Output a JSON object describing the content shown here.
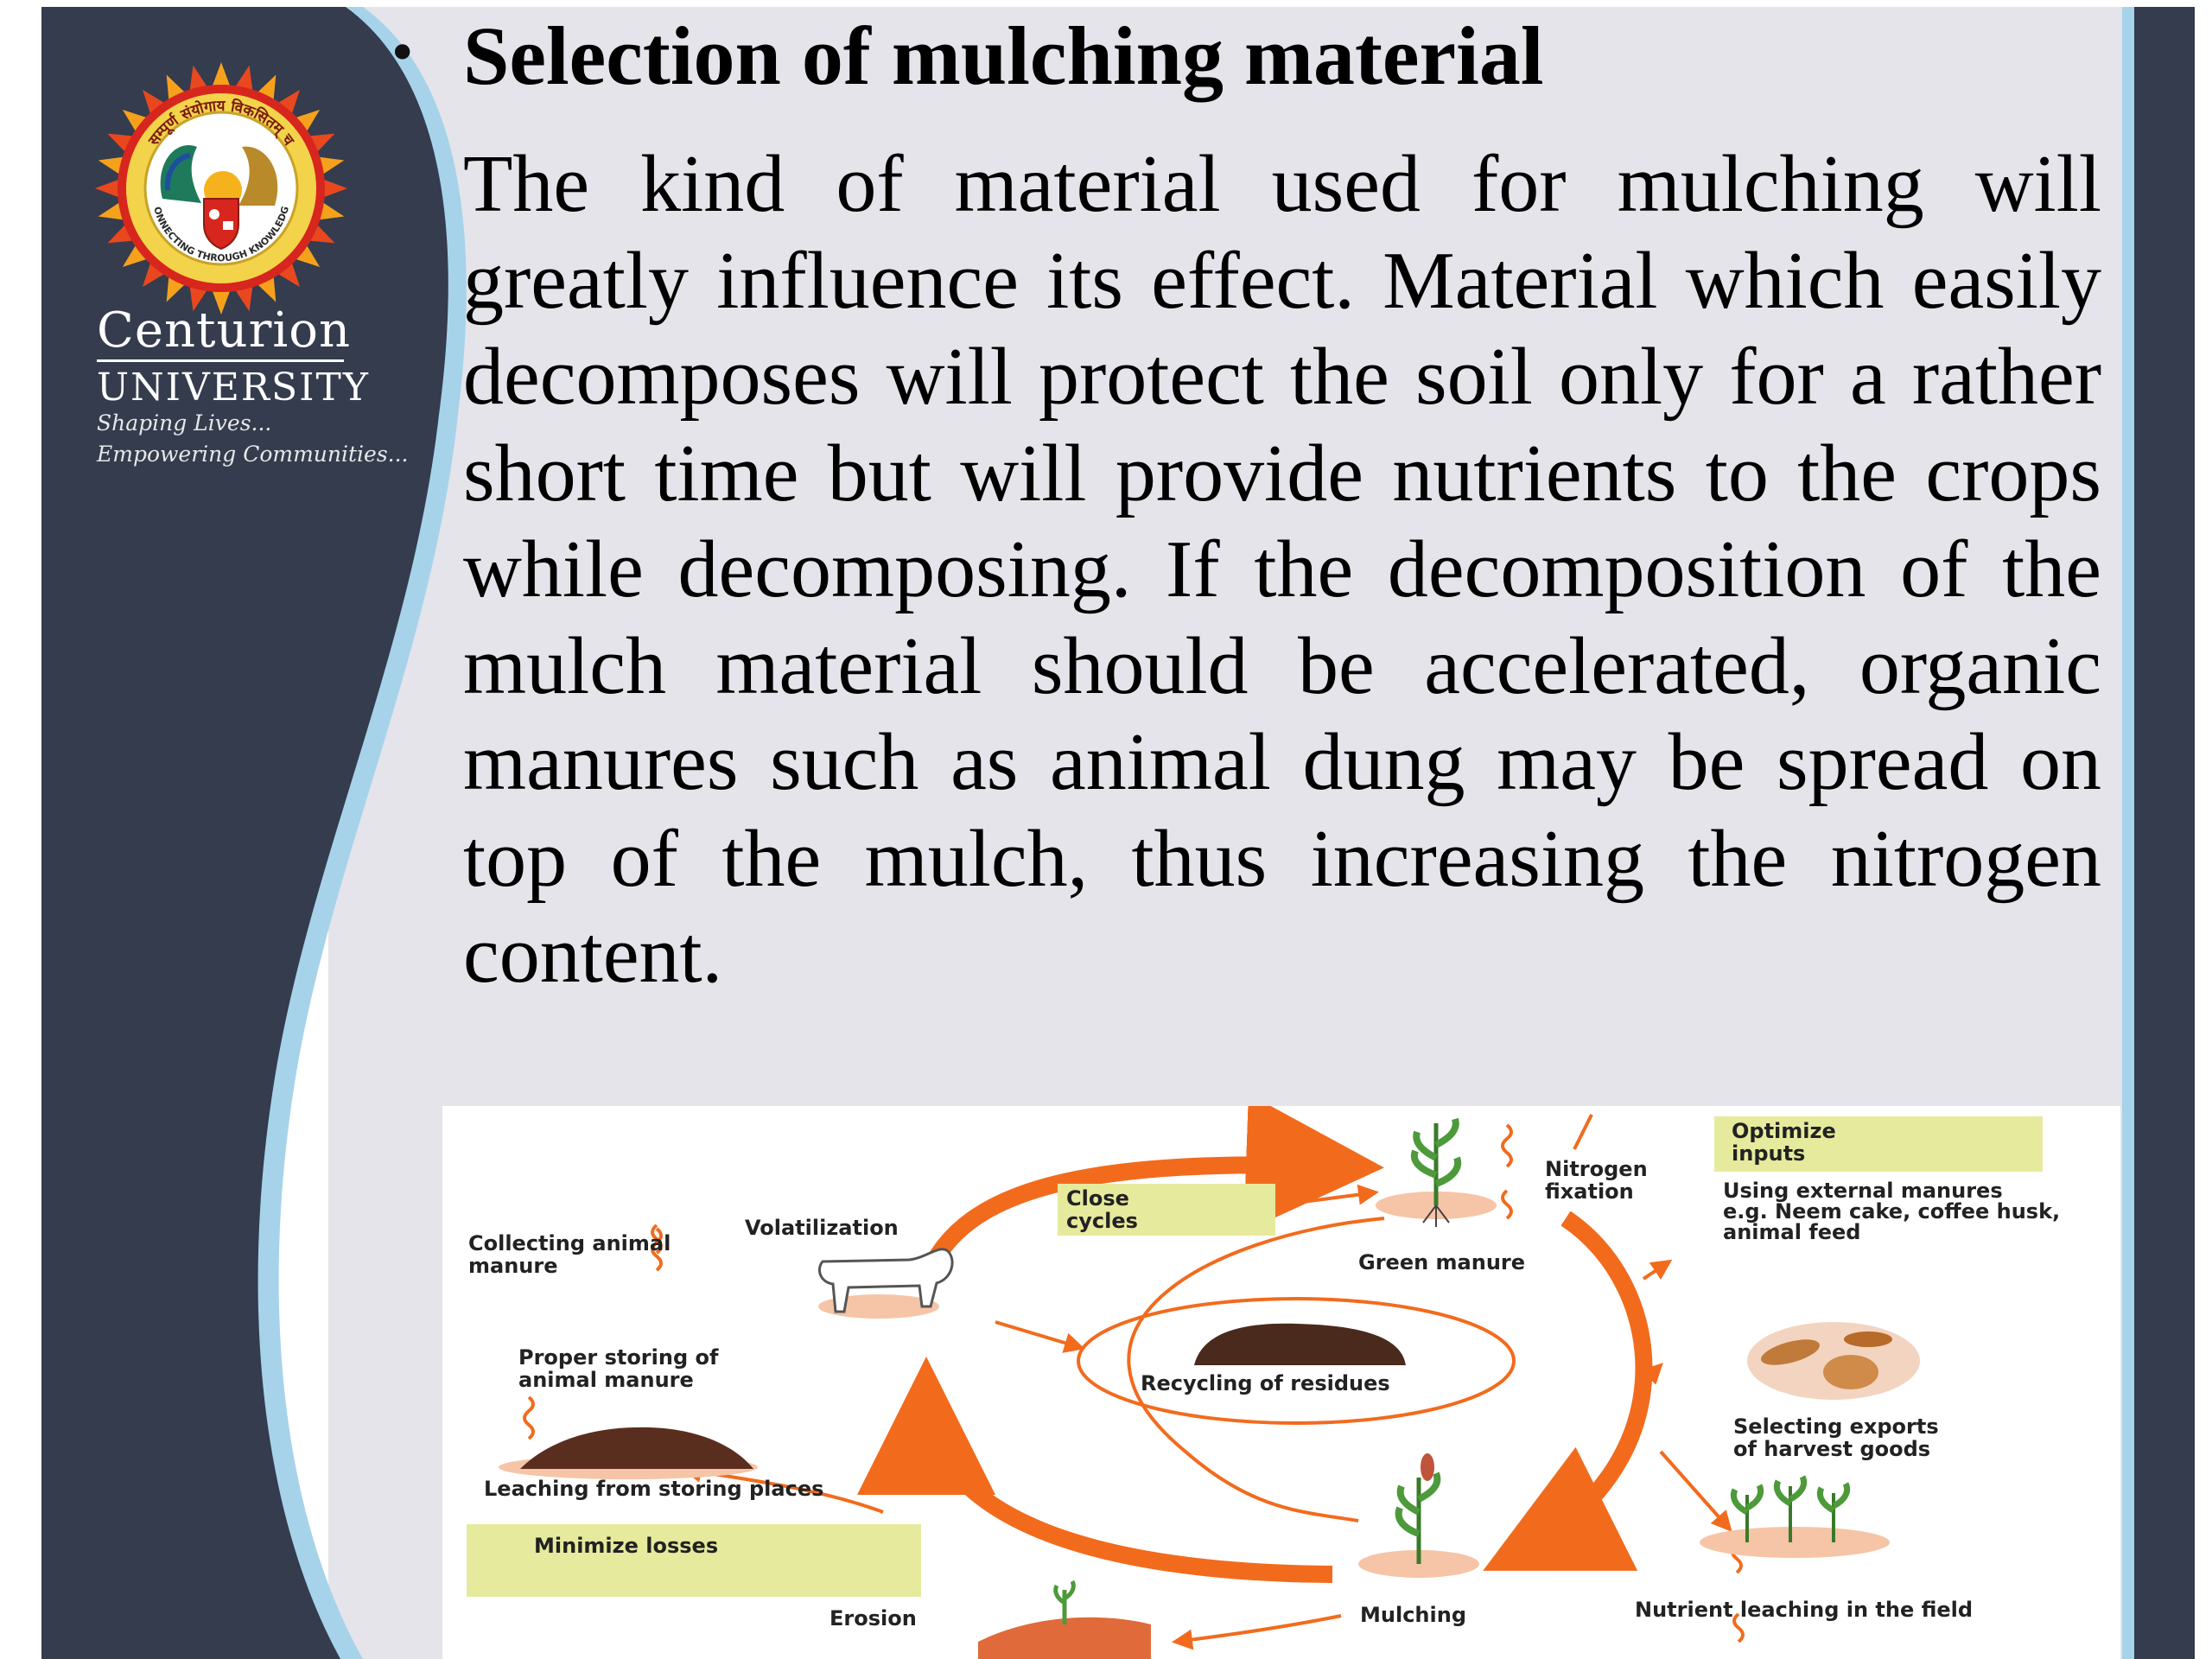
{
  "branding": {
    "university_line1": "Centurion",
    "university_line2": "UNIVERSITY",
    "tagline_line1": "Shaping Lives...",
    "tagline_line2": "Empowering Communities...",
    "logo_ring_text": "सम्पूर्ण संयोगाय विकसितम् च",
    "logo_bottom_text": "CONNECTING THROUGH KNOWLEDGE"
  },
  "slide": {
    "bullet": "•",
    "heading": "Selection of mulching material",
    "paragraph": "The kind of material used for mulching will greatly influence its effect. Material which easily decomposes will protect the soil only for a rather short time but will provide nutrients to the crops while decomposing. If the decomposition of the mulch material should be accelerated, organic manures such as animal dung may be spread on top of the mulch, thus increasing the nitrogen content."
  },
  "diagram": {
    "collecting_animal_manure": "Collecting animal\nmanure",
    "volatilization": "Volatilization",
    "close_cycles": "Close\ncycles",
    "green_manure": "Green manure",
    "nitrogen_fixation": "Nitrogen\nfixation",
    "optimize_inputs": "Optimize\ninputs",
    "using_external_manures": "Using external manures\ne.g. Neem cake, coffee husk,\nanimal feed",
    "proper_storing": "Proper storing of\nanimal manure",
    "recycling_of_residues": "Recycling of residues",
    "selecting_exports": "Selecting exports\nof harvest goods",
    "leaching_storing": "Leaching from storing places",
    "minimize_losses": "Minimize losses",
    "erosion": "Erosion",
    "mulching": "Mulching",
    "nutrient_leaching": "Nutrient leaching in the field"
  },
  "colors": {
    "navy_panel": "#343c4e",
    "light_blue_stripe": "#a6d3ea",
    "content_bg": "#e4e4ea",
    "diagram_arrow_orange": "#f26b1d",
    "label_box_yellow": "#e6ea9c"
  }
}
